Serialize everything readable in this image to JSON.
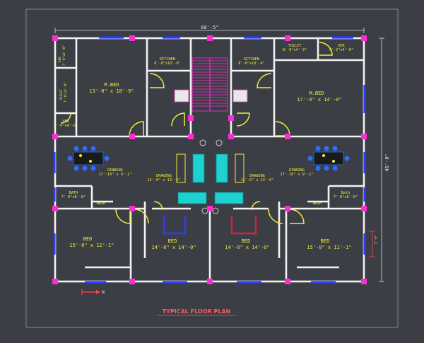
{
  "plan": {
    "title": "TYPICAL FLOOR PLAN",
    "overall_width": "60'-5\"",
    "overall_depth": "45'-0\"",
    "side_dim": "5'-0\"",
    "north_label": "N",
    "rooms": {
      "m_bed_left": {
        "name": "M.BED",
        "size": "13'-0\" x 18'-9\""
      },
      "m_bed_right": {
        "name": "M.BED",
        "size": "17'-0\" x 14'-0\""
      },
      "kitchen_left": {
        "name": "KITCHEN",
        "size": "8'-0\"x10'-0\""
      },
      "kitchen_right": {
        "name": "KITCHEN",
        "size": "8'-0\"x10'-0\""
      },
      "toilet_top_right": {
        "name": "TOILET",
        "size": "8'-0\"x4'-3\""
      },
      "ver_top_right": {
        "name": "VER",
        "size": "9'-2\"x4'-0\""
      },
      "ver_left_top": {
        "name": "VER",
        "size": "7'-0\"x4'-0\""
      },
      "toilet_left": {
        "name": "TOILET",
        "size": "7'-0\"x8'-0\""
      },
      "ver_left_mid": {
        "name": "VER",
        "size": "4'-0\"x4'-0\""
      },
      "dinning_left": {
        "name": "DINNING",
        "size": "17'-10\" x 9'-1\""
      },
      "dinning_right": {
        "name": "DINNING",
        "size": "17'-10\" x 9'-1\""
      },
      "drawing_left": {
        "name": "DRAWING",
        "size": "11'-0\" x 13'-0\""
      },
      "drawing_right": {
        "name": "DRAWING",
        "size": "11'-0\" x 13'-0\""
      },
      "bath_left": {
        "name": "BATH",
        "size": "7'-0\"x6'-0\""
      },
      "bath_right": {
        "name": "Bath",
        "size": "7'-0\"x6'-0\""
      },
      "wash_left": {
        "name": "WASH"
      },
      "wash_right": {
        "name": "WASH"
      },
      "bed_1": {
        "name": "BED",
        "size": "15'-0\" x 11'-1\""
      },
      "bed_2": {
        "name": "BED",
        "size": "14'-0\" x 14'-0\""
      },
      "bed_3": {
        "name": "BED",
        "size": "14'-0\" x 14'-0\""
      },
      "bed_4": {
        "name": "BED",
        "size": "15'-0\" x 11'-1\""
      }
    },
    "colors": {
      "background": "#3b3e44",
      "wall": "#f2f2f2",
      "room_label": "#f2ee3c",
      "column": "#ff2bd4",
      "window": "#2b3cff",
      "furniture": "#1fd0d0",
      "title": "#ff5b5b"
    }
  }
}
